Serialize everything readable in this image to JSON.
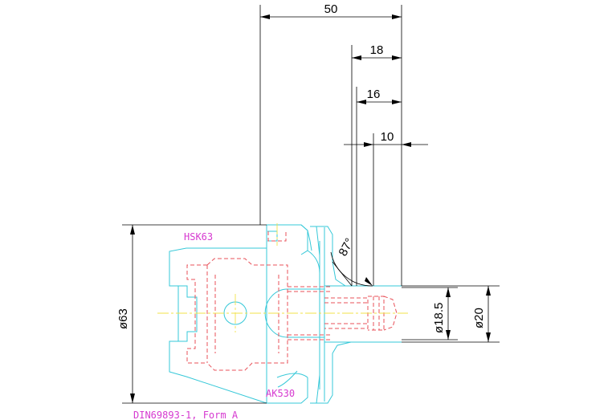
{
  "labels": {
    "holder_type": "HSK63",
    "part_number": "AK530",
    "standard": "DIN69893-1, Form A"
  },
  "dimensions": {
    "overall_length": "50",
    "length_18": "18",
    "length_16": "16",
    "length_10": "10",
    "angle": "87°",
    "dia_63": "ø63",
    "dia_18_5": "ø18.5",
    "dia_20": "ø20"
  },
  "colors": {
    "outline": "#36c8d8",
    "dimension": "#000000",
    "hidden_line": "#e8525a",
    "center_line": "#f2e24a",
    "label_text": "#d63ad0"
  }
}
